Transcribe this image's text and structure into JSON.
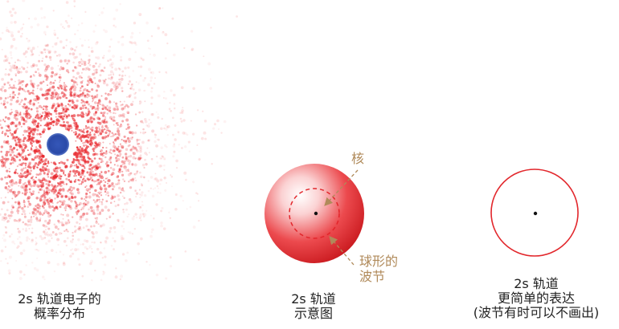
{
  "panels": {
    "cloud": {
      "caption": [
        "2s 轨道电子的",
        "概率分布"
      ],
      "colors": {
        "cloud": "#e8242a",
        "core": "#2b4aa8"
      }
    },
    "sphere": {
      "caption": [
        "2s 轨道",
        "示意图"
      ],
      "annotations": {
        "nucleus": "核",
        "node": [
          "球形的",
          "波节"
        ]
      },
      "colors": {
        "sphere": "#e2262b",
        "node": "#e2262b",
        "annotation": "#b08a5a"
      }
    },
    "circle": {
      "caption": [
        "2s 轨道",
        "更简单的表达",
        "(波节有时可以不画出)"
      ],
      "colors": {
        "outline": "#e2262b"
      }
    }
  }
}
